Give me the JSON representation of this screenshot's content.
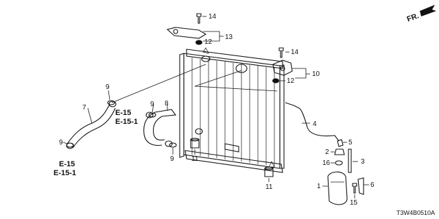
{
  "diagram": {
    "direction_label": "FR.",
    "code": "T3W4B0510A",
    "callouts": {
      "c1": "1",
      "c2": "2",
      "c3": "3",
      "c4": "4",
      "c5": "5",
      "c6": "6",
      "c7": "7",
      "c8": "8",
      "c9a": "9",
      "c9b": "9",
      "c9c": "9",
      "c9d": "9",
      "c10": "10",
      "c11a": "11",
      "c11b": "11",
      "c12a": "12",
      "c12b": "12",
      "c13": "13",
      "c14a": "14",
      "c14b": "14",
      "c15": "15",
      "c16": "16"
    },
    "refs": {
      "e15_upper": "E-15",
      "e151_upper": "E-15-1",
      "e15_lower": "E-15",
      "e151_lower": "E-15-1"
    }
  }
}
